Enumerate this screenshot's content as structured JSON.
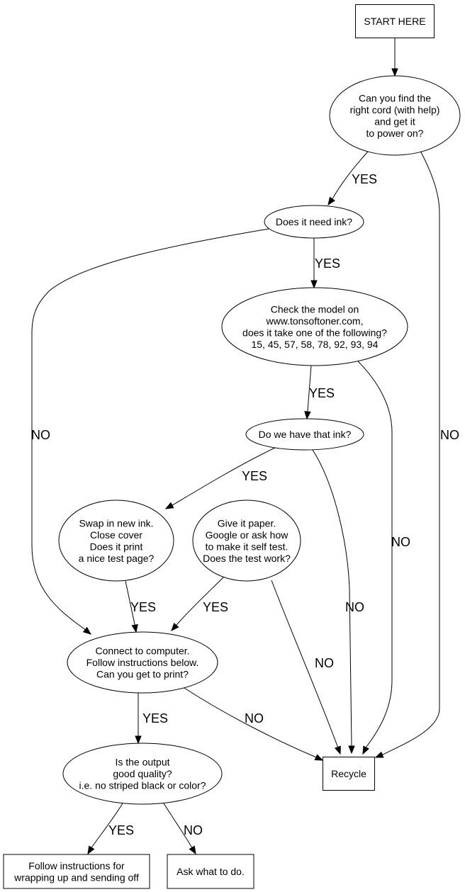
{
  "diagram": {
    "type": "flowchart",
    "nodes": [
      {
        "id": "start",
        "shape": "box",
        "lines": [
          "START HERE"
        ]
      },
      {
        "id": "power",
        "shape": "ellipse",
        "lines": [
          "Can you find the",
          "right cord (with help)",
          "and get it",
          "to power on?"
        ]
      },
      {
        "id": "need_ink",
        "shape": "ellipse",
        "lines": [
          "Does it need ink?"
        ]
      },
      {
        "id": "check_model",
        "shape": "ellipse",
        "lines": [
          "Check the model on",
          "www.tonsoftoner.com,",
          "does it take one of the following?",
          "15, 45, 57, 58, 78, 92, 93, 94"
        ]
      },
      {
        "id": "have_ink",
        "shape": "ellipse",
        "lines": [
          "Do we have that ink?"
        ]
      },
      {
        "id": "swap_ink",
        "shape": "ellipse",
        "lines": [
          "Swap in new ink.",
          "Close cover",
          "Does it print",
          "a nice test page?"
        ]
      },
      {
        "id": "paper",
        "shape": "ellipse",
        "lines": [
          "Give it paper.",
          "Google or ask how",
          "to make it self test.",
          "Does the test work?"
        ]
      },
      {
        "id": "connect",
        "shape": "ellipse",
        "lines": [
          "Connect to computer.",
          "Follow instructions below.",
          "Can you get to print?"
        ]
      },
      {
        "id": "quality",
        "shape": "ellipse",
        "lines": [
          "Is the output",
          "good quality?",
          "i.e. no striped black or color?"
        ]
      },
      {
        "id": "recycle",
        "shape": "box",
        "lines": [
          "Recycle"
        ]
      },
      {
        "id": "follow",
        "shape": "box",
        "lines": [
          "Follow instructions for",
          "wrapping up and sending off"
        ]
      },
      {
        "id": "ask",
        "shape": "box",
        "lines": [
          "Ask what to do."
        ]
      }
    ],
    "edges": [
      {
        "from": "start",
        "to": "power",
        "label": ""
      },
      {
        "from": "power",
        "to": "need_ink",
        "label": "YES"
      },
      {
        "from": "power",
        "to": "recycle",
        "label": "NO"
      },
      {
        "from": "need_ink",
        "to": "check_model",
        "label": "YES"
      },
      {
        "from": "need_ink",
        "to": "connect",
        "label": "NO"
      },
      {
        "from": "check_model",
        "to": "have_ink",
        "label": "YES"
      },
      {
        "from": "check_model",
        "to": "recycle",
        "label": "NO"
      },
      {
        "from": "have_ink",
        "to": "swap_ink",
        "label": "YES"
      },
      {
        "from": "have_ink",
        "to": "recycle",
        "label": "NO"
      },
      {
        "from": "swap_ink",
        "to": "connect",
        "label": "YES"
      },
      {
        "from": "paper",
        "to": "connect",
        "label": "YES"
      },
      {
        "from": "paper",
        "to": "recycle",
        "label": "NO"
      },
      {
        "from": "connect",
        "to": "quality",
        "label": "YES"
      },
      {
        "from": "connect",
        "to": "recycle",
        "label": "NO"
      },
      {
        "from": "quality",
        "to": "follow",
        "label": "YES"
      },
      {
        "from": "quality",
        "to": "ask",
        "label": "NO"
      }
    ]
  }
}
